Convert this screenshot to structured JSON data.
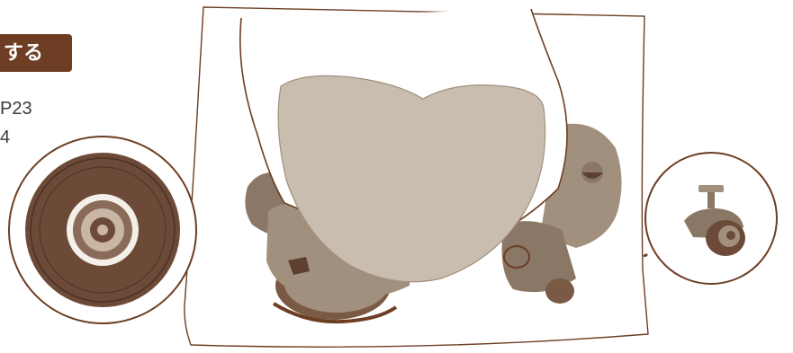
{
  "header": {
    "badge_text": "する"
  },
  "page_refs": [
    "P23",
    "4"
  ],
  "colors": {
    "badge_bg": "#6d3e23",
    "body_tan": "#a2907f",
    "body_shadow": "#8a7766",
    "pad_light": "#c9bdb0",
    "wheel_dark": "#5d4030",
    "outline": "#6d3e23"
  }
}
